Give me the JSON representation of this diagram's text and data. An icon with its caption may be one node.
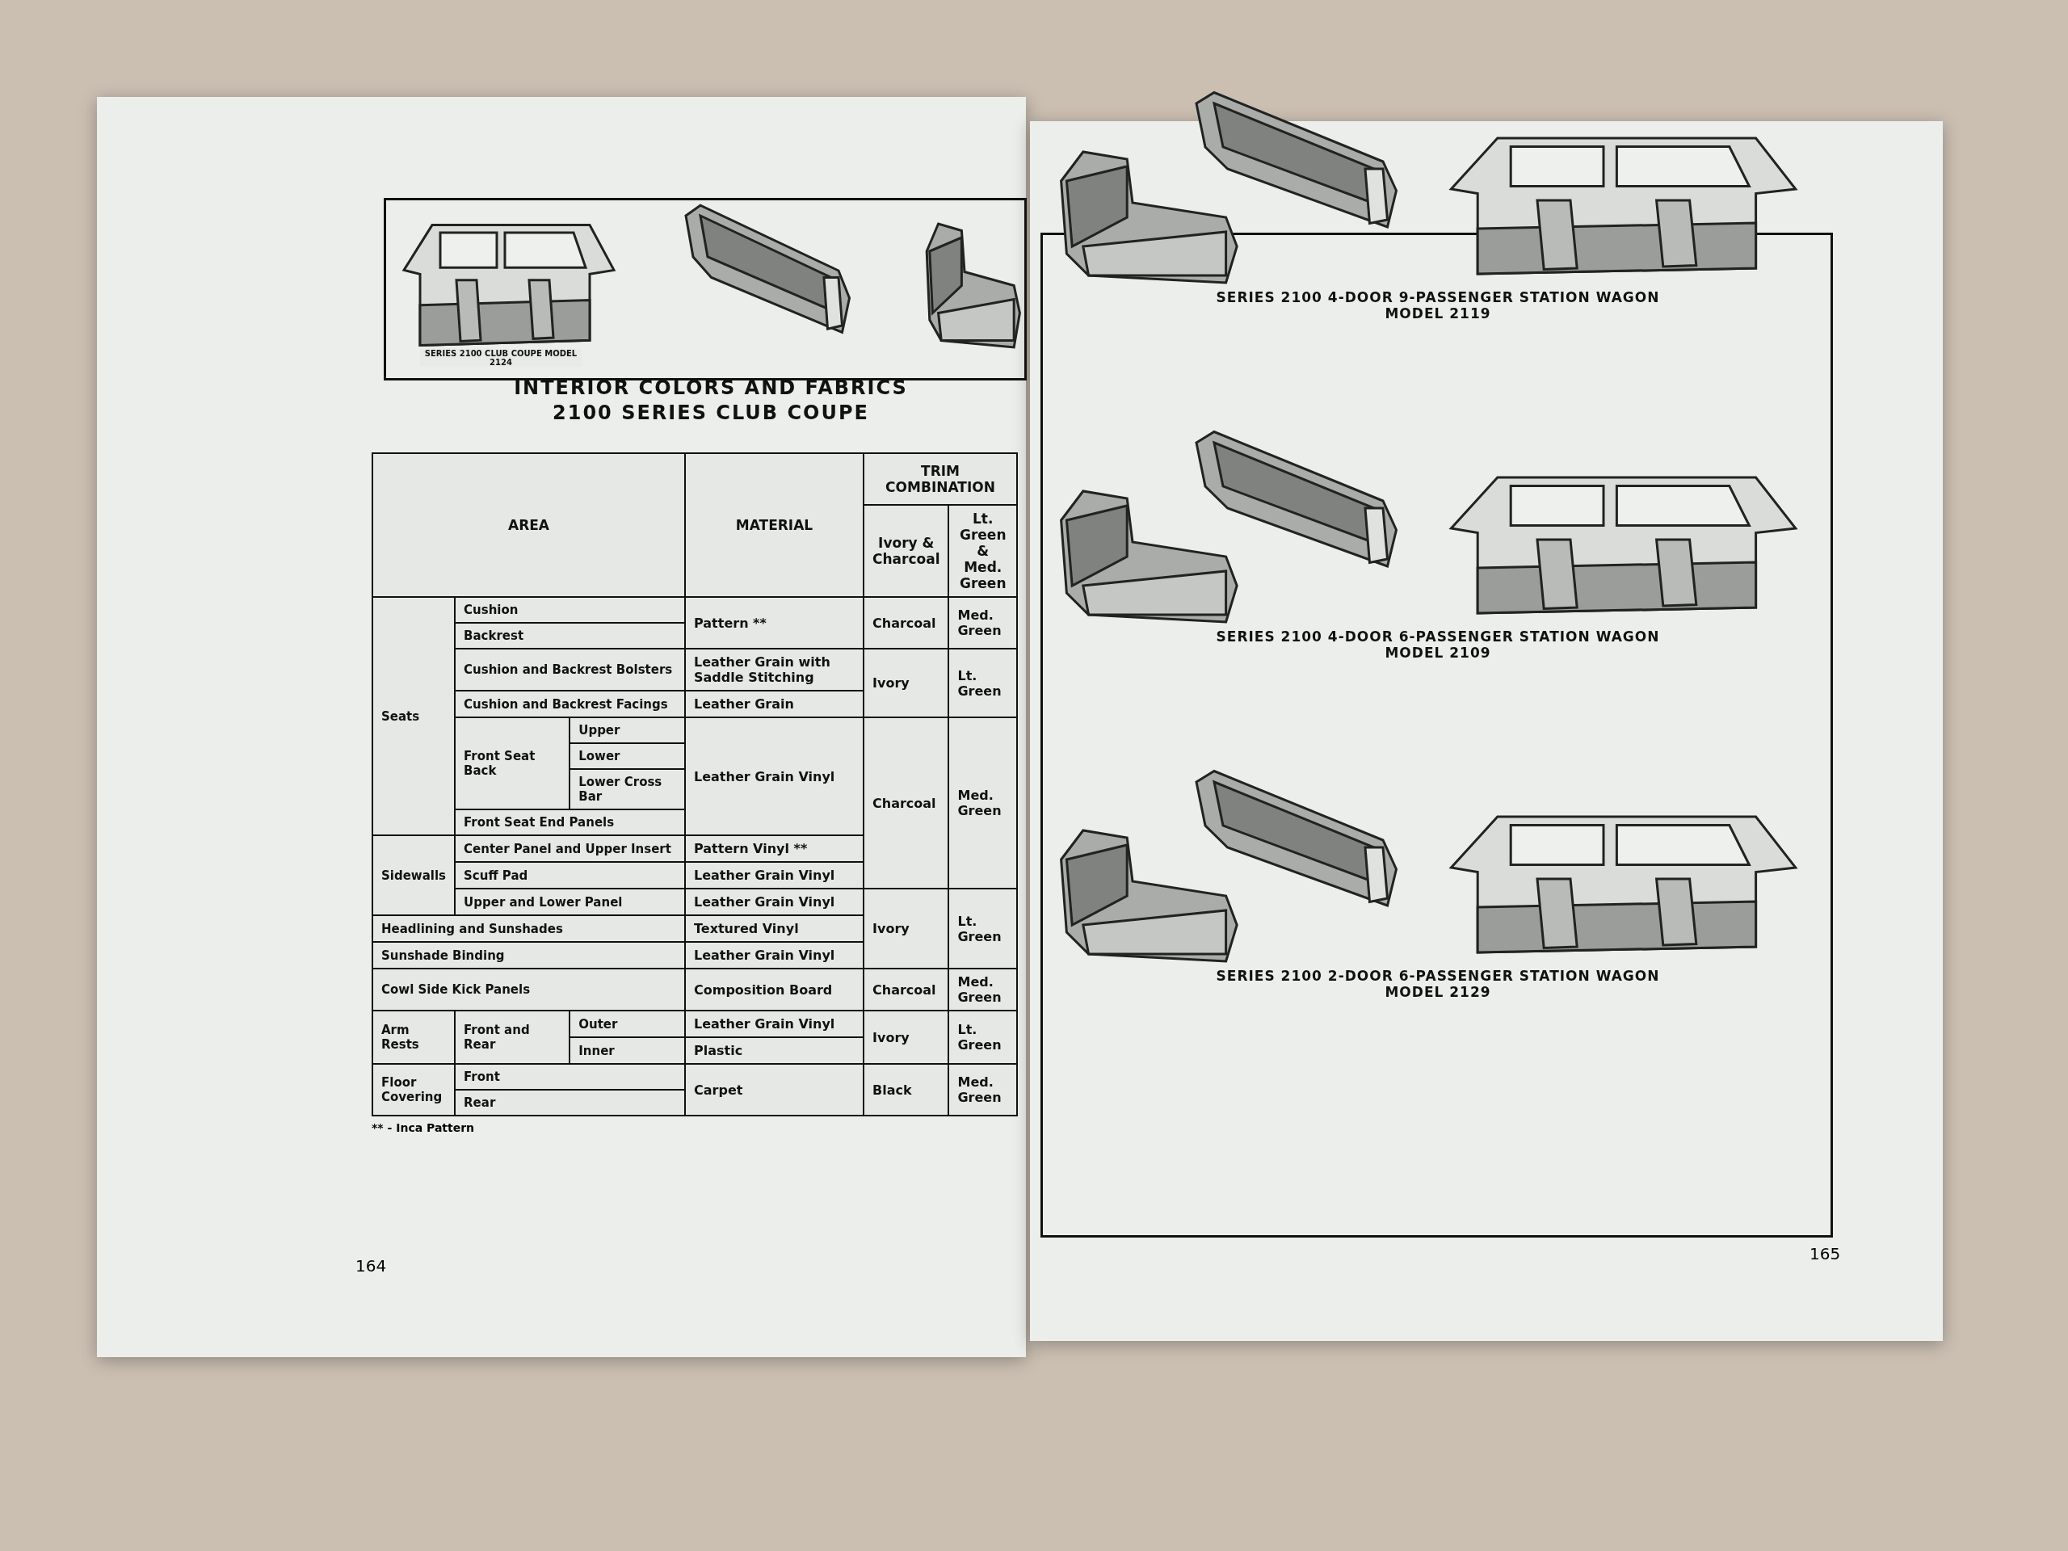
{
  "diagram": {
    "title": "INTERIOR COLORS AND FABRICS 2100 SERIES CLUB COUPE",
    "labels": [
      "SERIES 2100 CLUB COUPE MODEL 2124",
      "AREA",
      "MATERIAL",
      "TRIM COMBINATION",
      "Ivory & Charcoal",
      "Lt. Green & Med. Green",
      "Seats",
      "Cushion",
      "Pattern **",
      "Charcoal",
      "Med. Green",
      "Backrest",
      "Cushion and Backrest Bolsters",
      "Leather Grain with Saddle Stitching",
      "Ivory",
      "Lt. Green",
      "Cushion and Backrest Facings",
      "Leather Grain",
      "Front Seat Back",
      "Upper",
      "Leather Grain Vinyl",
      "Charcoal",
      "Med. Green",
      "Lower",
      "Lower Cross Bar",
      "Front Seat End Panels",
      "Sidewalls",
      "Center Panel and Upper Insert",
      "Pattern Vinyl **",
      "Scuff Pad",
      "Leather Grain Vinyl",
      "Upper and Lower Panel",
      "Leather Grain Vinyl",
      "Ivory",
      "Lt. Green",
      "Headlining and Sunshades",
      "Textured Vinyl",
      "Sunshade Binding",
      "Leather Grain Vinyl",
      "Cowl Side Kick Panels",
      "Composition Board",
      "Charcoal",
      "Med. Green",
      "Arm Rests",
      "Front and Rear",
      "Outer",
      "Leather Grain Vinyl",
      "Ivory",
      "Lt. Green",
      "Inner",
      "Plastic",
      "Floor Covering",
      "Front",
      "Carpet",
      "Black",
      "Med. Green",
      "Rear",
      "** - Inca Pattern",
      "164",
      "SERIES 2100 4-DOOR 9-PASSENGER STATION WAGON MODEL 2119",
      "SERIES 2100 4-DOOR 6-PASSENGER STATION WAGON MODEL 2109",
      "SERIES 2100 2-DOOR 6-PASSENGER STATION WAGON MODEL 2129",
      "165"
    ]
  }
}
